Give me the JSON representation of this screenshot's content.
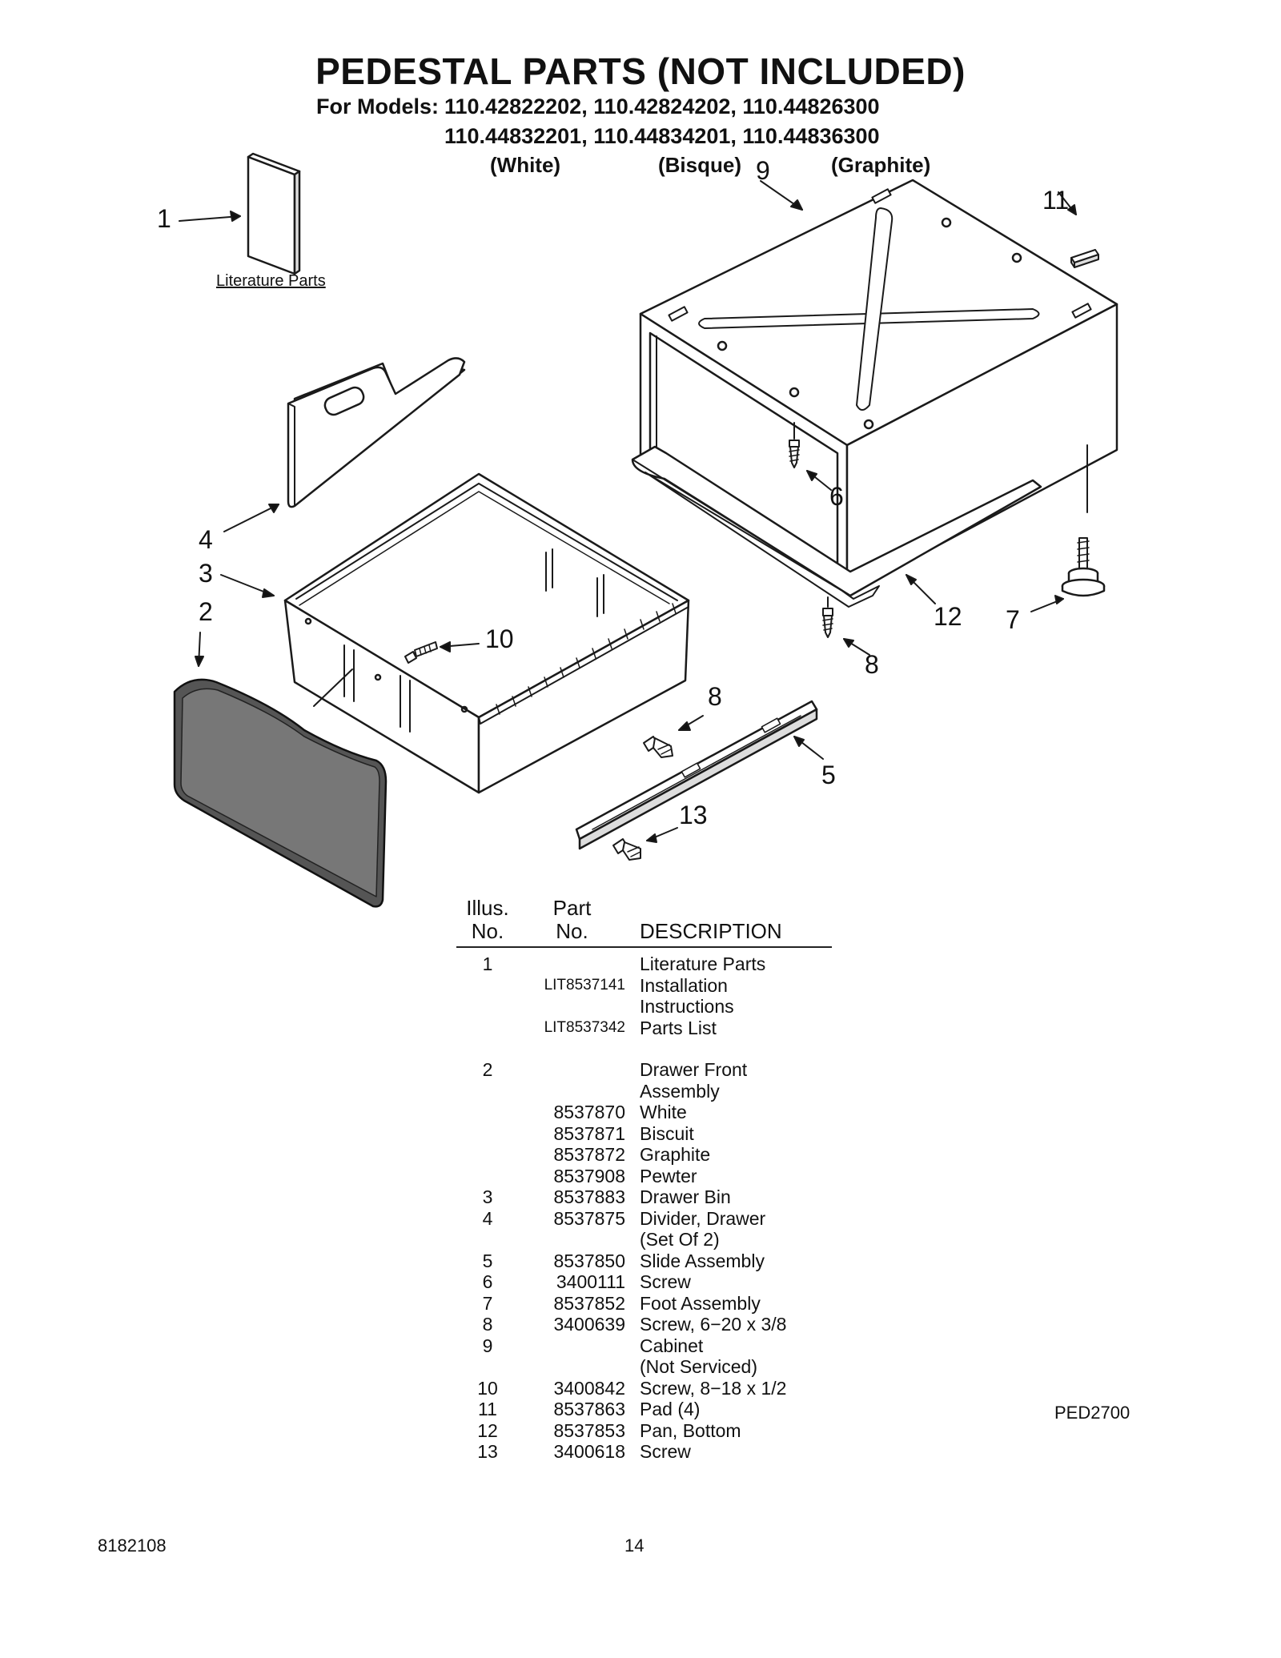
{
  "page": {
    "title": "PEDESTAL PARTS (NOT INCLUDED)",
    "for_models_label": "For Models:",
    "models_line1": "110.42822202, 110.42824202, 110.44826300",
    "models_line2": "110.44832201, 110.44834201, 110.44836300",
    "color_white": "(White)",
    "color_bisque": "(Bisque)",
    "color_graphite": "(Graphite)",
    "figure_code": "PED2700",
    "doc_number": "8182108",
    "page_number": "14"
  },
  "diagram": {
    "literature_label": "Literature Parts",
    "callouts": {
      "c1": "1",
      "c2": "2",
      "c3": "3",
      "c4": "4",
      "c5": "5",
      "c6": "6",
      "c7": "7",
      "c8a": "8",
      "c8b": "8",
      "c9": "9",
      "c10": "10",
      "c11": "11",
      "c12": "12",
      "c13": "13"
    }
  },
  "parts_table": {
    "headers": {
      "illus_line1": "Illus.",
      "illus_line2": "No.",
      "part_line1": "Part",
      "part_line2": "No.",
      "description": "DESCRIPTION"
    },
    "rows": [
      {
        "no": "1",
        "part": "",
        "desc": "Literature Parts"
      },
      {
        "no": "",
        "part": "LIT8537141",
        "desc": "Installation\nInstructions"
      },
      {
        "no": "",
        "part": "LIT8537342",
        "desc": "Parts List"
      },
      {
        "no": "2",
        "part": "",
        "desc": "Drawer Front\nAssembly"
      },
      {
        "no": "",
        "part": "8537870",
        "desc": "White"
      },
      {
        "no": "",
        "part": "8537871",
        "desc": "Biscuit"
      },
      {
        "no": "",
        "part": "8537872",
        "desc": "Graphite"
      },
      {
        "no": "",
        "part": "8537908",
        "desc": "Pewter"
      },
      {
        "no": "3",
        "part": "8537883",
        "desc": "Drawer Bin"
      },
      {
        "no": "4",
        "part": "8537875",
        "desc": "Divider, Drawer\n(Set Of 2)"
      },
      {
        "no": "5",
        "part": "8537850",
        "desc": "Slide Assembly"
      },
      {
        "no": "6",
        "part": "3400111",
        "desc": "Screw"
      },
      {
        "no": "7",
        "part": "8537852",
        "desc": "Foot Assembly"
      },
      {
        "no": "8",
        "part": "3400639",
        "desc": "Screw, 6−20 x 3/8"
      },
      {
        "no": "9",
        "part": "",
        "desc": "Cabinet\n(Not Serviced)"
      },
      {
        "no": "10",
        "part": "3400842",
        "desc": "Screw, 8−18 x 1/2"
      },
      {
        "no": "11",
        "part": "8537863",
        "desc": "Pad (4)"
      },
      {
        "no": "12",
        "part": "8537853",
        "desc": "Pan, Bottom"
      },
      {
        "no": "13",
        "part": "3400618",
        "desc": "Screw"
      }
    ]
  }
}
